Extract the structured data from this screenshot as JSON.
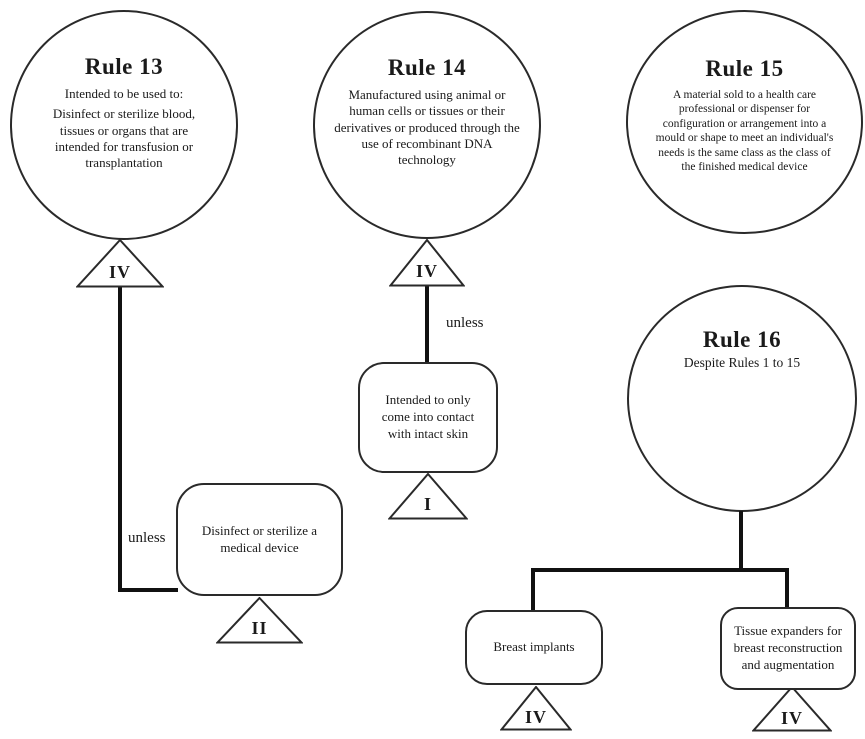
{
  "diagram": {
    "background": "#ffffff",
    "shape_outline_color": "#2a2a2a",
    "connector_color": "#111111",
    "rules": {
      "rule13": {
        "title": "Rule 13",
        "intro": "Intended to be used to:",
        "body": "Disinfect or sterilize blood, tissues or organs that are intended for transfusion or transplantation",
        "class_label": "IV",
        "connector_label": "unless",
        "exception": {
          "label": "Disinfect or sterilize a medical device",
          "class_label": "II"
        }
      },
      "rule14": {
        "title": "Rule 14",
        "body": "Manufactured using animal or human cells or tissues or their derivatives or produced through the use of recombinant DNA technology",
        "class_label": "IV",
        "connector_label": "unless",
        "exception": {
          "label": "Intended to only come into contact with intact skin",
          "class_label": "I"
        }
      },
      "rule15": {
        "title": "Rule 15",
        "body": "A material sold to a health care professional or dispenser for configuration or arrangement into a mould or shape to meet an individual's needs is the same class as the class of the finished medical device"
      },
      "rule16": {
        "title": "Rule 16",
        "body": "Despite Rules 1 to 15",
        "children": [
          {
            "label": "Breast implants",
            "class_label": "IV"
          },
          {
            "label": "Tissue expanders for breast reconstruction and augmentation",
            "class_label": "IV"
          }
        ]
      }
    }
  }
}
